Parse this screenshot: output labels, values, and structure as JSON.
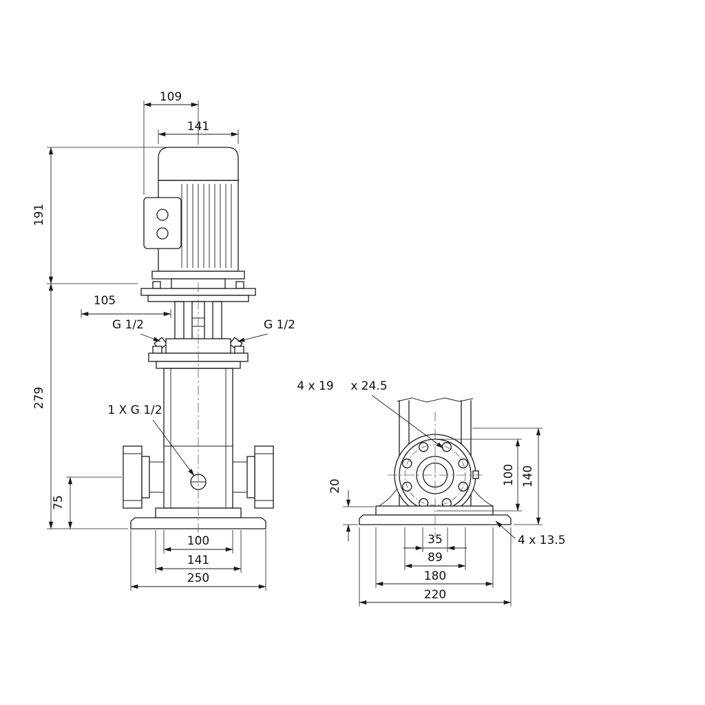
{
  "background_color": "#ffffff",
  "line_color": "#1a1a1a",
  "front": {
    "dim_109": "109",
    "dim_141_motor": "141",
    "dim_191": "191",
    "dim_105": "105",
    "g_half_left": "G 1/2",
    "g_half_right": "G 1/2",
    "dim_279": "279",
    "drain_label": "1 X G 1/2",
    "dim_75": "75",
    "dim_100": "100",
    "dim_141_base": "141",
    "dim_250": "250"
  },
  "side": {
    "flange_hole_label": "4 x 19",
    "flange_cbore_label": "x 24.5",
    "dim_20": "20",
    "dim_100": "100",
    "dim_140": "140",
    "base_hole_label": "4 x 13.5",
    "dim_35": "35",
    "dim_89": "89",
    "dim_180": "180",
    "dim_220": "220"
  }
}
